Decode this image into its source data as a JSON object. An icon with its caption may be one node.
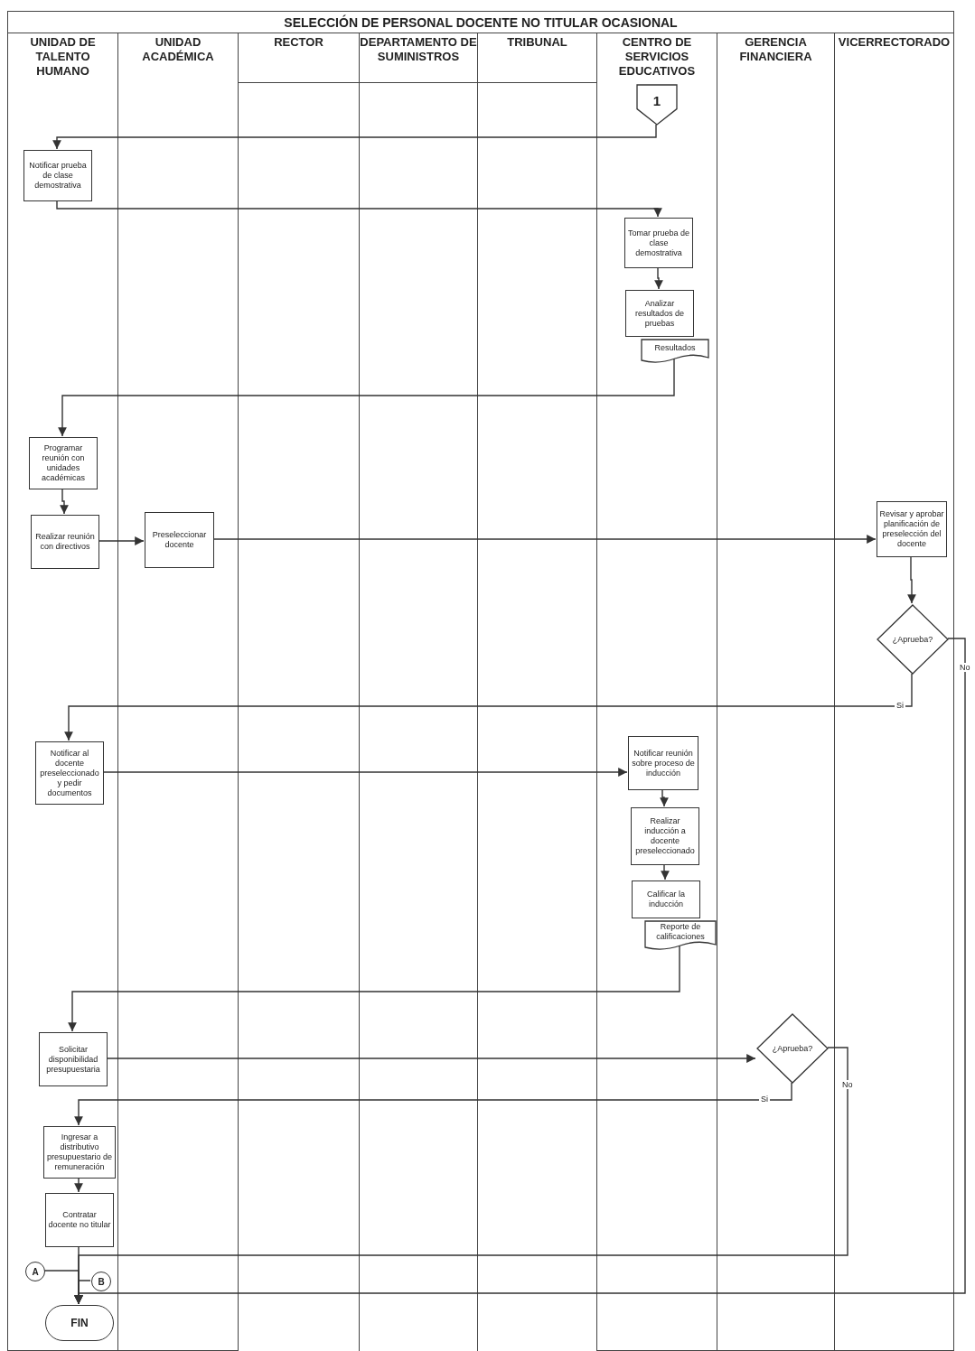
{
  "diagram": {
    "title": "SELECCIÓN DE PERSONAL DOCENTE NO TITULAR OCASIONAL",
    "nodes": [
      {
        "text": [
          "UNIDAD DE TALENTO HUMANO"
        ]
      },
      {
        "text": [
          "UNIDAD ACADÉMICA"
        ]
      },
      {
        "text": [
          "RECTOR"
        ]
      },
      {
        "text": [
          "DEPARTAMENTO DE SUMINISTROS"
        ]
      },
      {
        "text": [
          "TRIBUNAL"
        ]
      },
      {
        "text": [
          "CENTRO DE SERVICIOS EDUCATIVOS"
        ]
      },
      {
        "text": [
          "GERENCIA FINANCIERA"
        ]
      },
      {
        "text": [
          "VICERRECTORADO"
        ]
      },
      {
        "text": [
          "1"
        ],
        "in": 5
      },
      {
        "text": [
          "Notificar prueba de clase demostrativa"
        ],
        "in": 0
      },
      {
        "text": [
          "Tomar prueba de clase demostrativa"
        ],
        "in": 5
      },
      {
        "text": [
          "Analizar resultados de pruebas"
        ],
        "in": 5
      },
      {
        "text": [
          "Resultados"
        ],
        "in": 5
      },
      {
        "text": [
          "Programar reunión con unidades académicas"
        ],
        "in": 0
      },
      {
        "text": [
          "Realizar reunión con directivos"
        ],
        "in": 0
      },
      {
        "text": [
          "Preseleccionar docente"
        ],
        "in": 1
      },
      {
        "text": [
          "Revisar y aprobar planificación de preselección del docente"
        ],
        "in": 7
      },
      {
        "text": [
          "¿Aprueba?"
        ],
        "in": 7
      },
      {
        "text": [
          "Notificar al docente preseleccionado y pedir documentos"
        ],
        "in": 0
      },
      {
        "text": [
          "Notificar reunión sobre proceso de inducción"
        ],
        "in": 5
      },
      {
        "text": [
          "Realizar inducción a docente preseleccionado"
        ],
        "in": 5
      },
      {
        "text": [
          "Calificar la inducción"
        ],
        "in": 5
      },
      {
        "text": [
          "Reporte de calificaciones"
        ],
        "in": 5
      },
      {
        "text": [
          "Solicitar disponibilidad presupuestaria"
        ],
        "in": 0
      },
      {
        "text": [
          "¿Aprueba?"
        ],
        "in": 6
      },
      {
        "text": [
          "Ingresar a distributivo presupuestario de remuneración"
        ],
        "in": 0
      },
      {
        "text": [
          "Contratar docente no titular"
        ],
        "in": 0
      },
      {
        "text": [
          "A"
        ],
        "in": 0
      },
      {
        "text": [
          "B"
        ],
        "in": 0
      },
      {
        "text": [
          "FIN"
        ],
        "in": 0
      }
    ],
    "edges": [
      {
        "from": 8,
        "to": 9,
        "arrow": "to"
      },
      {
        "from": 9,
        "to": 10,
        "arrow": "to"
      },
      {
        "from": 10,
        "to": 11,
        "arrow": "to"
      },
      {
        "from": 12,
        "to": 13,
        "arrow": "to"
      },
      {
        "from": 13,
        "to": 14,
        "arrow": "to"
      },
      {
        "from": 14,
        "to": 15,
        "arrow": "to"
      },
      {
        "from": 15,
        "to": 16,
        "arrow": "to"
      },
      {
        "from": 16,
        "to": 17,
        "arrow": "to"
      },
      {
        "from": 17,
        "to": 18,
        "arrow": "to",
        "label": "Si"
      },
      {
        "from": 17,
        "to": 29,
        "arrow": "to",
        "label": "No"
      },
      {
        "from": 18,
        "to": 19,
        "arrow": "to"
      },
      {
        "from": 19,
        "to": 20,
        "arrow": "to"
      },
      {
        "from": 20,
        "to": 21,
        "arrow": "to"
      },
      {
        "from": 22,
        "to": 23,
        "arrow": "to"
      },
      {
        "from": 23,
        "to": 24,
        "arrow": "to"
      },
      {
        "from": 24,
        "to": 25,
        "arrow": "to",
        "label": "Si"
      },
      {
        "from": 24,
        "to": 29,
        "arrow": "to",
        "label": "No"
      },
      {
        "from": 25,
        "to": 26,
        "arrow": "to"
      },
      {
        "from": 26,
        "to": 29,
        "arrow": "to"
      },
      {
        "from": 27,
        "to": 29,
        "arrow": "to"
      },
      {
        "from": 28,
        "to": 29,
        "arrow": "to"
      }
    ]
  }
}
